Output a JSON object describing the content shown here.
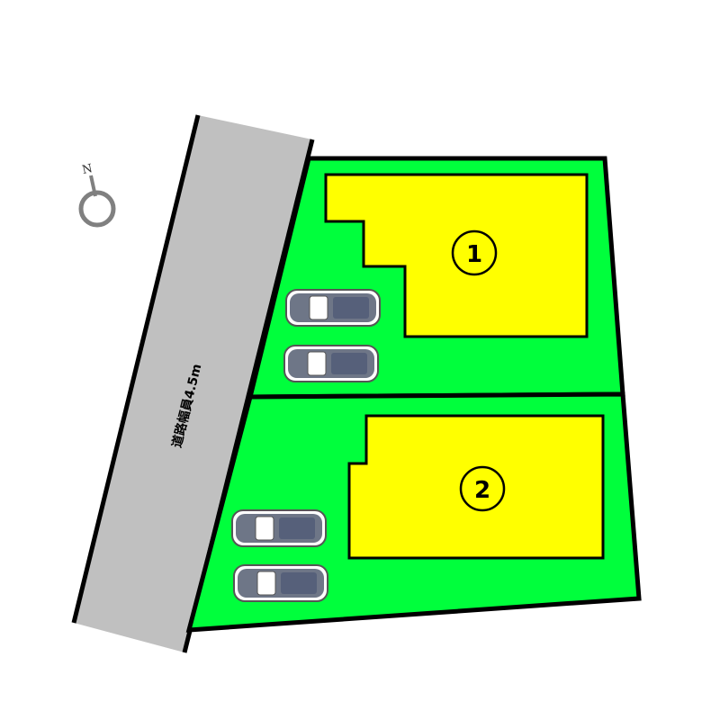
{
  "north": {
    "label": "N",
    "icon": "north-arrow-icon"
  },
  "road": {
    "label": "道路幅員4.5m"
  },
  "lots": [
    {
      "number": "1"
    },
    {
      "number": "2"
    }
  ],
  "colors": {
    "lot_fill": "#00ff3c",
    "building_fill": "#ffff00",
    "road_fill": "#c0c0c0",
    "outline": "#000000",
    "car_body": "#6e7687",
    "compass": "#808080"
  },
  "parking": {
    "cars_per_lot": 2,
    "car_icon": "car-icon"
  }
}
